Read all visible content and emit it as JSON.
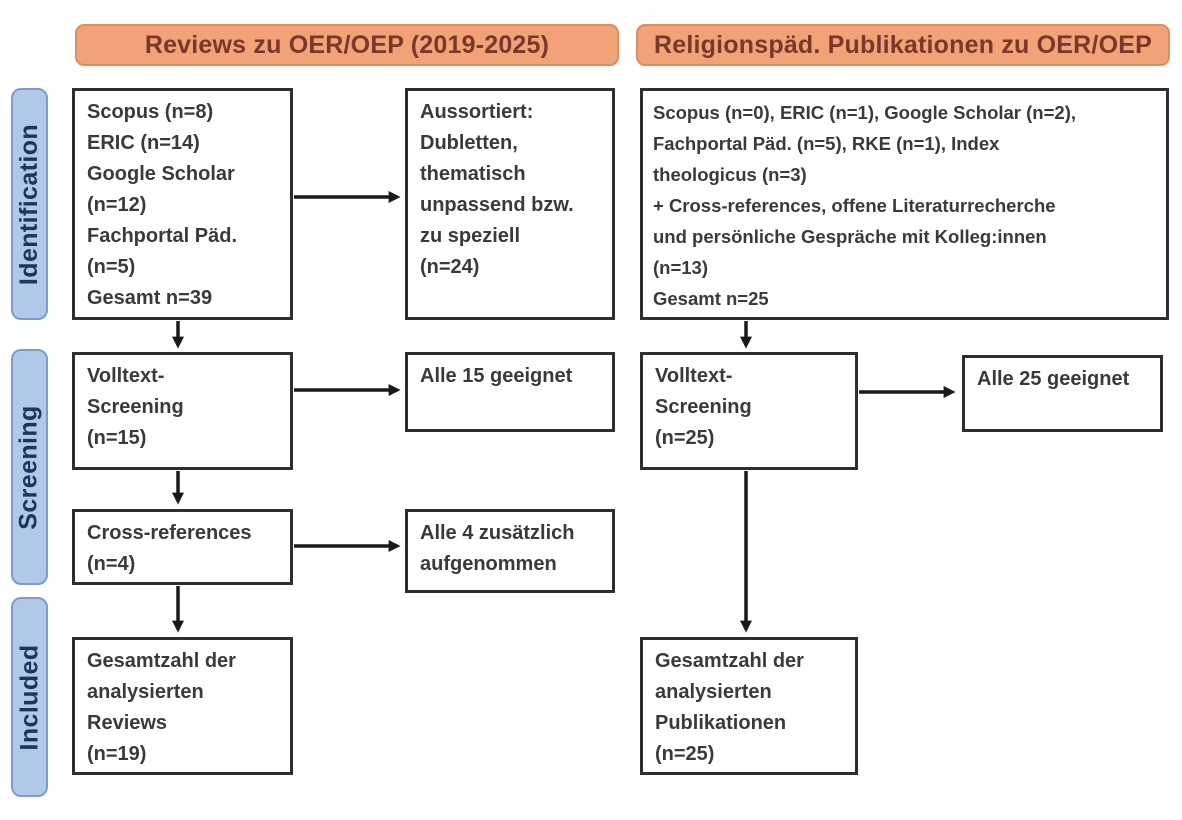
{
  "headers": {
    "left": "Reviews zu OER/OEP (2019-2025)",
    "right": "Religionspäd. Publikationen zu OER/OEP"
  },
  "stages": {
    "identification": "Identification",
    "screening": "Screening",
    "included": "Included"
  },
  "boxes": {
    "left_sources": "Scopus (n=8)\nERIC (n=14)\nGoogle Scholar\n(n=12)\nFachportal Päd.\n(n=5)\nGesamt n=39",
    "left_excluded": "Aussortiert:\nDubletten,\nthematisch\nunpassend bzw.\nzu speziell\n(n=24)",
    "left_fulltext": "Volltext-\nScreening\n(n=15)",
    "left_fulltext_result": "Alle 15 geeignet",
    "left_crossref": "Cross-references\n(n=4)",
    "left_crossref_result": "Alle 4 zusätzlich\naufgenommen",
    "left_included": "Gesamtzahl der\nanalysierten\nReviews\n(n=19)",
    "right_sources": "Scopus (n=0), ERIC (n=1), Google Scholar (n=2),\nFachportal Päd. (n=5), RKE (n=1), Index\ntheologicus (n=3)\n+ Cross-references, offene Literaturrecherche\nund persönliche Gespräche mit Kolleg:innen\n(n=13)\nGesamt n=25",
    "right_fulltext": "Volltext-\nScreening\n(n=25)",
    "right_fulltext_result": "Alle 25 geeignet",
    "right_included": "Gesamtzahl der\nanalysierten\nPublikationen\n(n=25)"
  },
  "colors": {
    "header_fill": "#F2A277",
    "header_border": "#DE8D5F",
    "header_text": "#7A382A",
    "stage_fill": "#B1C8E9",
    "stage_border": "#7F9CC9",
    "stage_text": "#20355E",
    "box_border": "#2E2E2E",
    "box_text": "#3A3A3A",
    "arrow": "#1A1A1A"
  }
}
